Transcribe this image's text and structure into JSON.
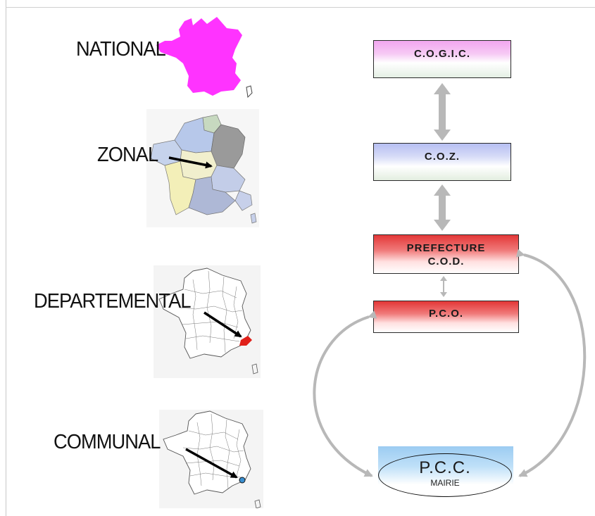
{
  "levels": {
    "national": "NATIONAL",
    "zonal": "ZONAL",
    "departemental": "DEPARTEMENTAL",
    "communal": "COMMUNAL"
  },
  "boxes": {
    "cogic": "C.O.G.I.C.",
    "coz": "C.O.Z.",
    "prefecture": "PREFECTURE",
    "cod": "C.O.D.",
    "pco": "P.C.O.",
    "pcc": "P.C.C.",
    "mairie": "MAIRIE"
  },
  "colors": {
    "france_national": "#ff33ff",
    "connector_arrows": "#b8b8b8",
    "highlight_departement": "#e0201a",
    "highlight_commune": "#3a8fd0"
  }
}
